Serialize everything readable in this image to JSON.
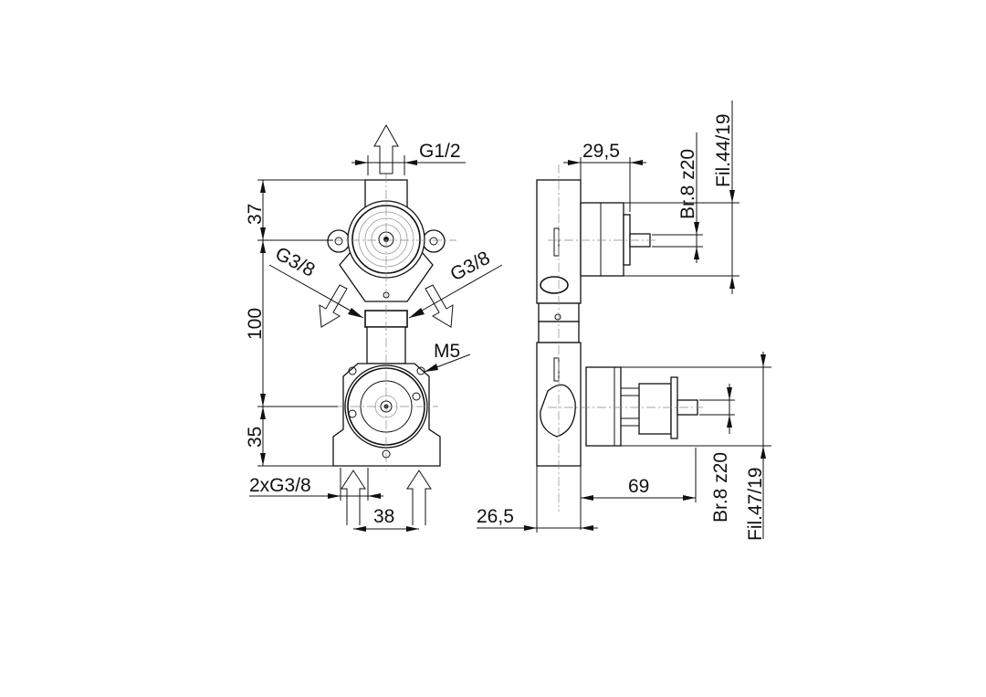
{
  "front_view": {
    "outlet_top_thread": "G1/2",
    "outlet_left_thread": "G3/8",
    "outlet_right_thread": "G3/8",
    "mount_screw": "M5",
    "inlet_threads": "2xG3/8",
    "dim_top": "37",
    "dim_middle": "100",
    "dim_bottom": "35",
    "dim_inlet_spacing": "38"
  },
  "side_view": {
    "dim_upper_depth": "29,5",
    "upper_spindle": "Br.8 z20",
    "upper_thread": "Fil.44/19",
    "lower_spindle": "Br.8 z20",
    "lower_thread": "Fil.47/19",
    "dim_lower_depth": "69",
    "dim_body_depth": "26,5"
  }
}
